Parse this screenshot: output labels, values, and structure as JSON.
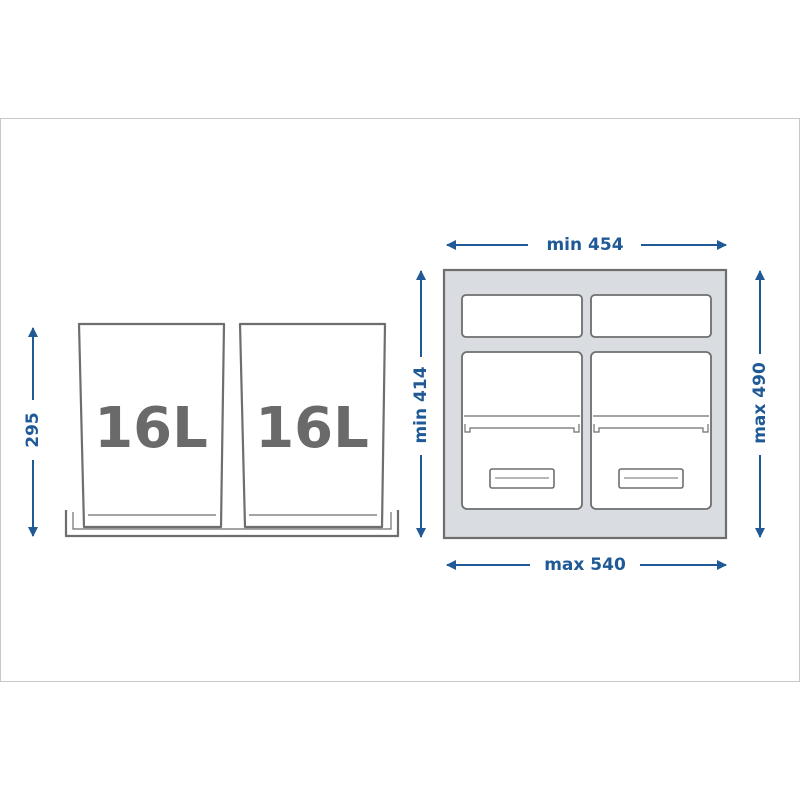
{
  "colors": {
    "dimension": "#1f5a96",
    "outline": "#6e6e6e",
    "panel": "#d9dce0",
    "bin_fill": "#ffffff",
    "text_bin": "#6a6a6a",
    "frame_border": "#c8c8c8"
  },
  "bins": [
    {
      "label": "16L"
    },
    {
      "label": "16L"
    }
  ],
  "dimensions": {
    "bin_height": "295",
    "min_height": "min 414",
    "max_height": "max 490",
    "min_width": "min 454",
    "max_width": "max 540"
  }
}
